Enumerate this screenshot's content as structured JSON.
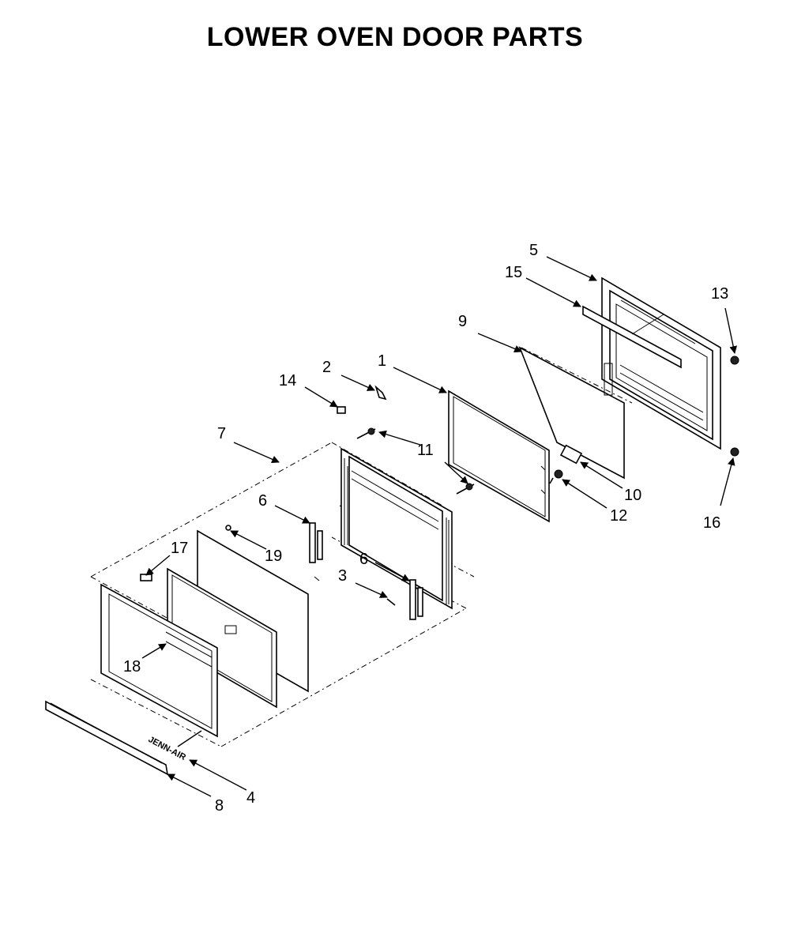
{
  "title": "LOWER OVEN DOOR PARTS",
  "callouts": [
    "1",
    "2",
    "3",
    "4",
    "5",
    "6",
    "6",
    "7",
    "8",
    "9",
    "10",
    "11",
    "12",
    "13",
    "14",
    "15",
    "16",
    "17",
    "18",
    "19"
  ],
  "logo_text": "JENN-AIR"
}
